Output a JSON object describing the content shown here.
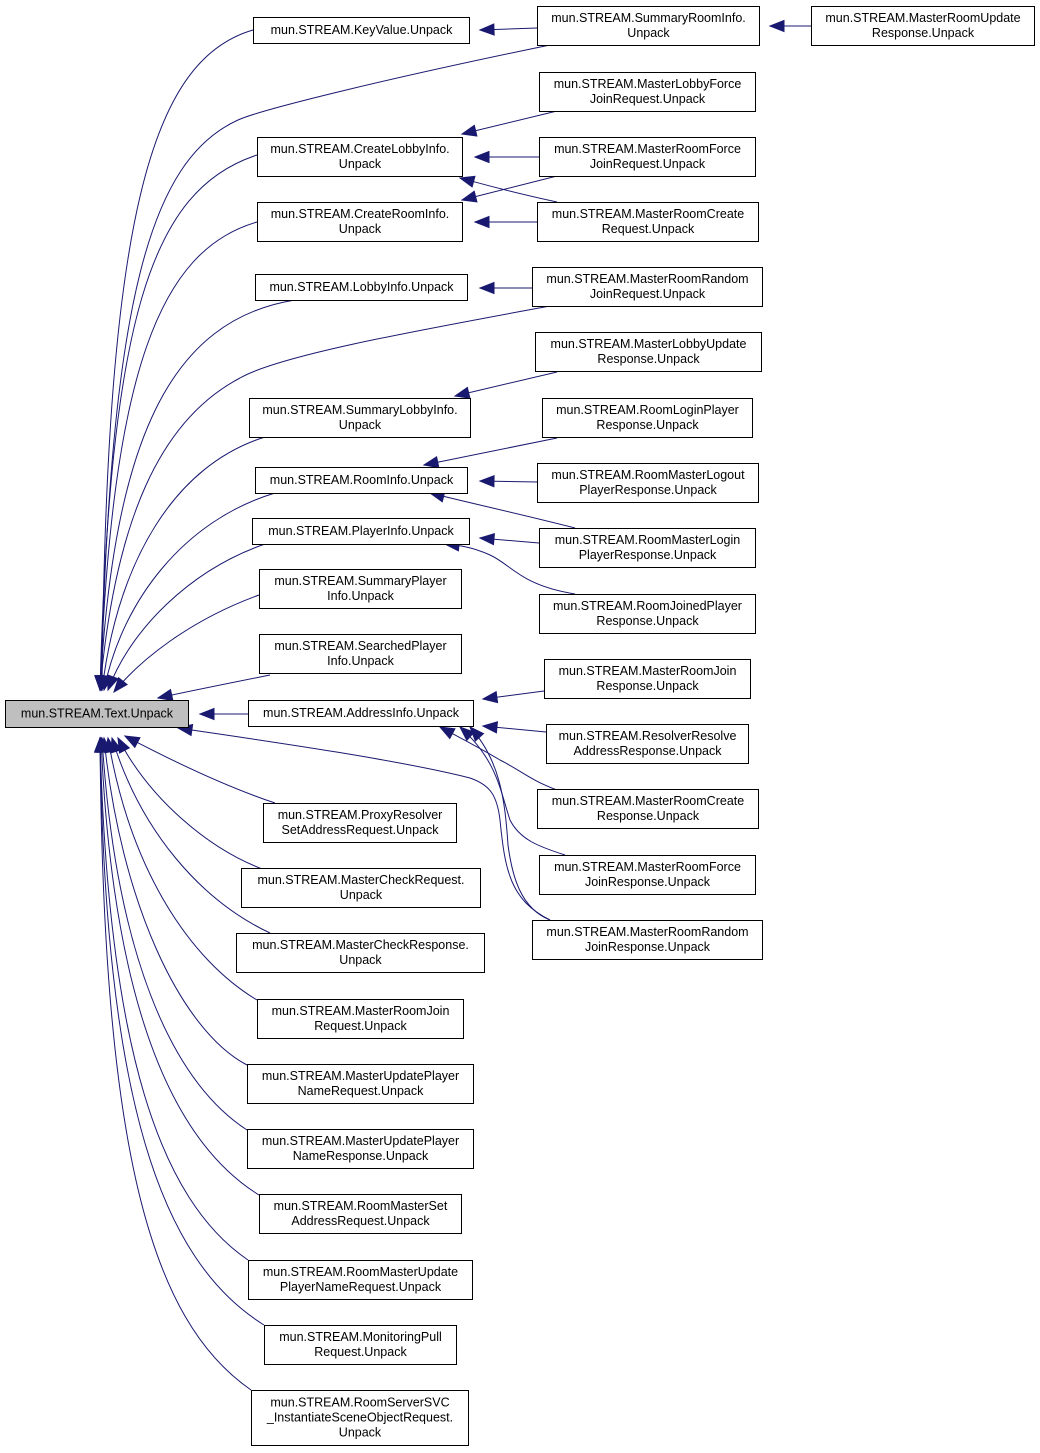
{
  "graph": {
    "focus_node": "n0",
    "nodes": [
      {
        "id": "n0",
        "lines": [
          "mun.STREAM.Text.Unpack"
        ],
        "focus": true
      },
      {
        "id": "n1",
        "lines": [
          "mun.STREAM.KeyValue.Unpack"
        ]
      },
      {
        "id": "n2",
        "lines": [
          "mun.STREAM.SummaryRoomInfo.",
          "Unpack"
        ]
      },
      {
        "id": "n3",
        "lines": [
          "mun.STREAM.MasterRoomUpdate",
          "Response.Unpack"
        ]
      },
      {
        "id": "n4",
        "lines": [
          "mun.STREAM.MasterLobbyForce",
          "JoinRequest.Unpack"
        ]
      },
      {
        "id": "n5",
        "lines": [
          "mun.STREAM.CreateLobbyInfo.",
          "Unpack"
        ]
      },
      {
        "id": "n6",
        "lines": [
          "mun.STREAM.MasterRoomForce",
          "JoinRequest.Unpack"
        ]
      },
      {
        "id": "n7",
        "lines": [
          "mun.STREAM.CreateRoomInfo.",
          "Unpack"
        ]
      },
      {
        "id": "n8",
        "lines": [
          "mun.STREAM.MasterRoomCreate",
          "Request.Unpack"
        ]
      },
      {
        "id": "n9",
        "lines": [
          "mun.STREAM.LobbyInfo.Unpack"
        ]
      },
      {
        "id": "n10",
        "lines": [
          "mun.STREAM.MasterRoomRandom",
          "JoinRequest.Unpack"
        ]
      },
      {
        "id": "n11",
        "lines": [
          "mun.STREAM.MasterLobbyUpdate",
          "Response.Unpack"
        ]
      },
      {
        "id": "n12",
        "lines": [
          "mun.STREAM.SummaryLobbyInfo.",
          "Unpack"
        ]
      },
      {
        "id": "n13",
        "lines": [
          "mun.STREAM.RoomLoginPlayer",
          "Response.Unpack"
        ]
      },
      {
        "id": "n14",
        "lines": [
          "mun.STREAM.RoomInfo.Unpack"
        ]
      },
      {
        "id": "n15",
        "lines": [
          "mun.STREAM.RoomMasterLogout",
          "PlayerResponse.Unpack"
        ]
      },
      {
        "id": "n16",
        "lines": [
          "mun.STREAM.PlayerInfo.Unpack"
        ]
      },
      {
        "id": "n17",
        "lines": [
          "mun.STREAM.RoomMasterLogin",
          "PlayerResponse.Unpack"
        ]
      },
      {
        "id": "n18",
        "lines": [
          "mun.STREAM.SummaryPlayer",
          "Info.Unpack"
        ]
      },
      {
        "id": "n19",
        "lines": [
          "mun.STREAM.RoomJoinedPlayer",
          "Response.Unpack"
        ]
      },
      {
        "id": "n20",
        "lines": [
          "mun.STREAM.SearchedPlayer",
          "Info.Unpack"
        ]
      },
      {
        "id": "n21",
        "lines": [
          "mun.STREAM.MasterRoomJoin",
          "Response.Unpack"
        ]
      },
      {
        "id": "n22",
        "lines": [
          "mun.STREAM.AddressInfo.Unpack"
        ]
      },
      {
        "id": "n23",
        "lines": [
          "mun.STREAM.ResolverResolve",
          "AddressResponse.Unpack"
        ]
      },
      {
        "id": "n24",
        "lines": [
          "mun.STREAM.MasterRoomCreate",
          "Response.Unpack"
        ]
      },
      {
        "id": "n25",
        "lines": [
          "mun.STREAM.ProxyResolver",
          "SetAddressRequest.Unpack"
        ]
      },
      {
        "id": "n26",
        "lines": [
          "mun.STREAM.MasterRoomForce",
          "JoinResponse.Unpack"
        ]
      },
      {
        "id": "n27",
        "lines": [
          "mun.STREAM.MasterCheckRequest.",
          "Unpack"
        ]
      },
      {
        "id": "n28",
        "lines": [
          "mun.STREAM.MasterRoomRandom",
          "JoinResponse.Unpack"
        ]
      },
      {
        "id": "n29",
        "lines": [
          "mun.STREAM.MasterCheckResponse.",
          "Unpack"
        ]
      },
      {
        "id": "n30",
        "lines": [
          "mun.STREAM.MasterRoomJoin",
          "Request.Unpack"
        ]
      },
      {
        "id": "n31",
        "lines": [
          "mun.STREAM.MasterUpdatePlayer",
          "NameRequest.Unpack"
        ]
      },
      {
        "id": "n32",
        "lines": [
          "mun.STREAM.MasterUpdatePlayer",
          "NameResponse.Unpack"
        ]
      },
      {
        "id": "n33",
        "lines": [
          "mun.STREAM.RoomMasterSet",
          "AddressRequest.Unpack"
        ]
      },
      {
        "id": "n34",
        "lines": [
          "mun.STREAM.RoomMasterUpdate",
          "PlayerNameRequest.Unpack"
        ]
      },
      {
        "id": "n35",
        "lines": [
          "mun.STREAM.MonitoringPull",
          "Request.Unpack"
        ]
      },
      {
        "id": "n36",
        "lines": [
          "mun.STREAM.RoomServerSVC",
          "_InstantiateSceneObjectRequest.",
          "Unpack"
        ]
      }
    ],
    "edges": [
      {
        "from": "n1",
        "to": "n0"
      },
      {
        "from": "n2",
        "to": "n0"
      },
      {
        "from": "n2",
        "to": "n1"
      },
      {
        "from": "n3",
        "to": "n2"
      },
      {
        "from": "n4",
        "to": "n5"
      },
      {
        "from": "n5",
        "to": "n0"
      },
      {
        "from": "n6",
        "to": "n5"
      },
      {
        "from": "n6",
        "to": "n7"
      },
      {
        "from": "n7",
        "to": "n0"
      },
      {
        "from": "n8",
        "to": "n5"
      },
      {
        "from": "n8",
        "to": "n7"
      },
      {
        "from": "n9",
        "to": "n0"
      },
      {
        "from": "n10",
        "to": "n0"
      },
      {
        "from": "n10",
        "to": "n9"
      },
      {
        "from": "n11",
        "to": "n12"
      },
      {
        "from": "n12",
        "to": "n0"
      },
      {
        "from": "n13",
        "to": "n14"
      },
      {
        "from": "n14",
        "to": "n0"
      },
      {
        "from": "n15",
        "to": "n14"
      },
      {
        "from": "n16",
        "to": "n0"
      },
      {
        "from": "n17",
        "to": "n14"
      },
      {
        "from": "n17",
        "to": "n16"
      },
      {
        "from": "n18",
        "to": "n0"
      },
      {
        "from": "n19",
        "to": "n16"
      },
      {
        "from": "n20",
        "to": "n0"
      },
      {
        "from": "n21",
        "to": "n22"
      },
      {
        "from": "n22",
        "to": "n0"
      },
      {
        "from": "n23",
        "to": "n22"
      },
      {
        "from": "n24",
        "to": "n22"
      },
      {
        "from": "n25",
        "to": "n0"
      },
      {
        "from": "n26",
        "to": "n22"
      },
      {
        "from": "n27",
        "to": "n0"
      },
      {
        "from": "n28",
        "to": "n0"
      },
      {
        "from": "n28",
        "to": "n22"
      },
      {
        "from": "n29",
        "to": "n0"
      },
      {
        "from": "n30",
        "to": "n0"
      },
      {
        "from": "n31",
        "to": "n0"
      },
      {
        "from": "n32",
        "to": "n0"
      },
      {
        "from": "n33",
        "to": "n0"
      },
      {
        "from": "n34",
        "to": "n0"
      },
      {
        "from": "n35",
        "to": "n0"
      },
      {
        "from": "n36",
        "to": "n0"
      }
    ]
  }
}
